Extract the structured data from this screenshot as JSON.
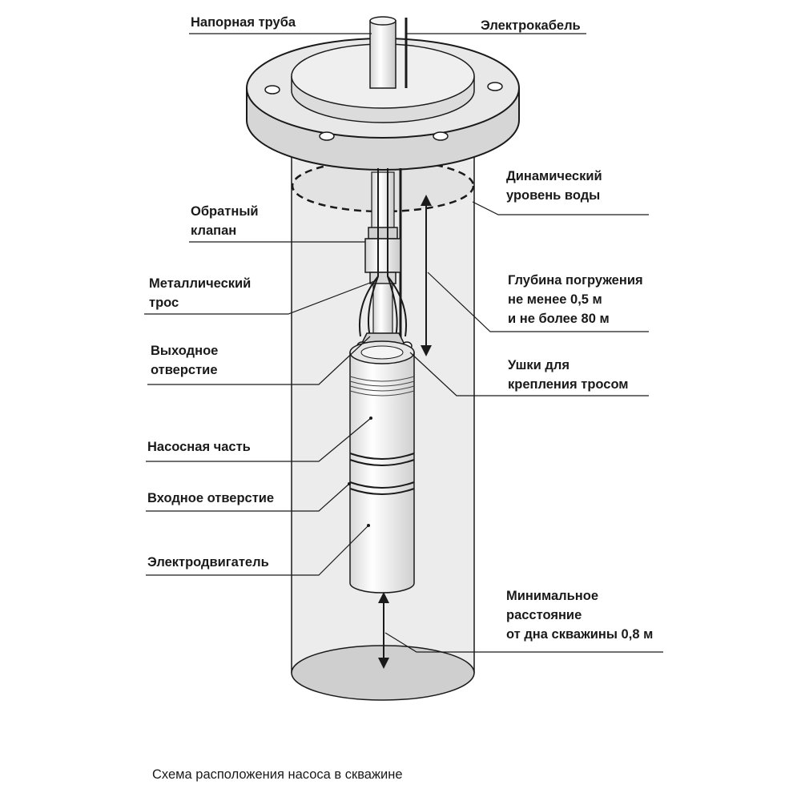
{
  "labels": {
    "pressure_pipe": "Напорная труба",
    "electric_cable": "Электрокабель",
    "dynamic_level": "Динамический\nуровень воды",
    "check_valve": "Обратный\nклапан",
    "metal_cable": "Металлический\nтрос",
    "submersion_depth": "Глубина погружения\nне менее 0,5 м\nи не более 80 м",
    "outlet": "Выходное\nотверстие",
    "lugs": "Ушки для\nкрепления тросом",
    "pump_part": "Насосная часть",
    "inlet": "Входное отверстие",
    "motor": "Электродвигатель",
    "min_distance": "Минимальное\nрасстояние\nот дна скважины 0,8 м"
  },
  "caption": "Схема расположения насоса в скважине",
  "colors": {
    "line": "#1a1a1a",
    "well_fill": "#ececec",
    "bottom_fill": "#cfcfcf",
    "flange_fill": "#e4e4e4",
    "pump_fill": "#f4f4f4"
  }
}
